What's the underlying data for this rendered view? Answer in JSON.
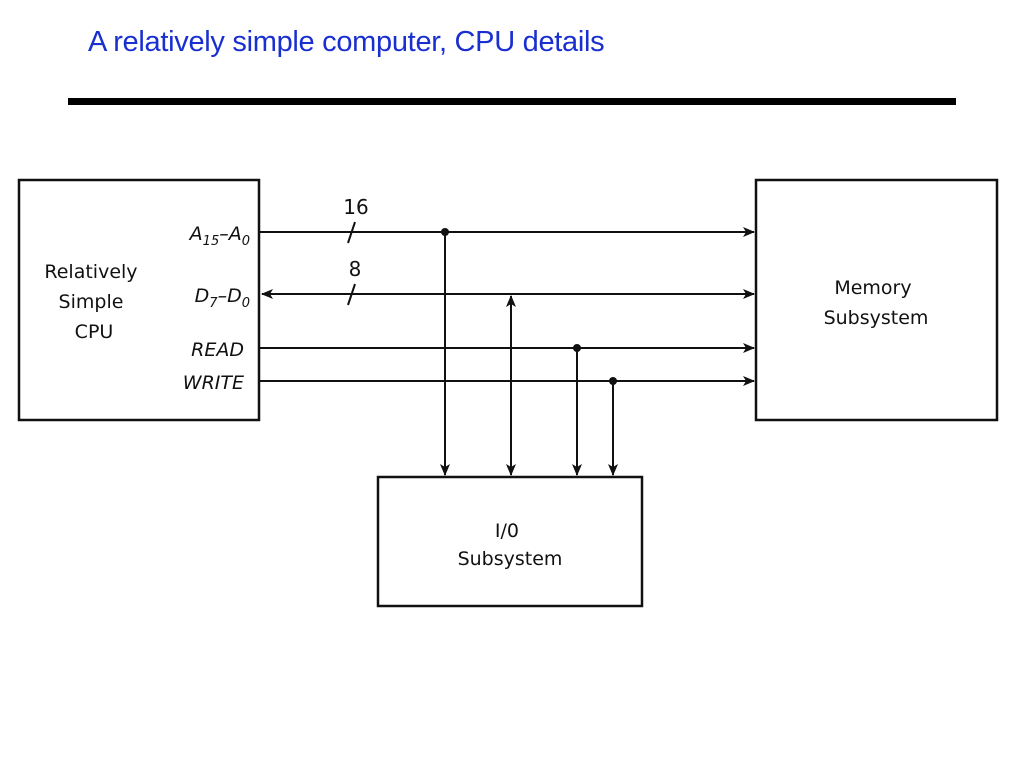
{
  "slide": {
    "title": "A relatively simple computer, CPU details",
    "title_color": "#1a2fd0"
  },
  "diagram": {
    "cpu": {
      "lines": [
        "Relatively",
        "Simple",
        "CPU"
      ]
    },
    "memory": {
      "lines": [
        "Memory",
        "Subsystem"
      ]
    },
    "io": {
      "lines": [
        "I/0",
        "Subsystem"
      ]
    },
    "signals": {
      "address": {
        "main1": "A",
        "sub1": "15",
        "dash": "–",
        "main2": "A",
        "sub2": "0",
        "width": "16"
      },
      "data": {
        "main1": "D",
        "sub1": "7",
        "dash": "–",
        "main2": "D",
        "sub2": "0",
        "width": "8"
      },
      "read": {
        "label": "READ"
      },
      "write": {
        "label": "WRITE"
      }
    }
  }
}
